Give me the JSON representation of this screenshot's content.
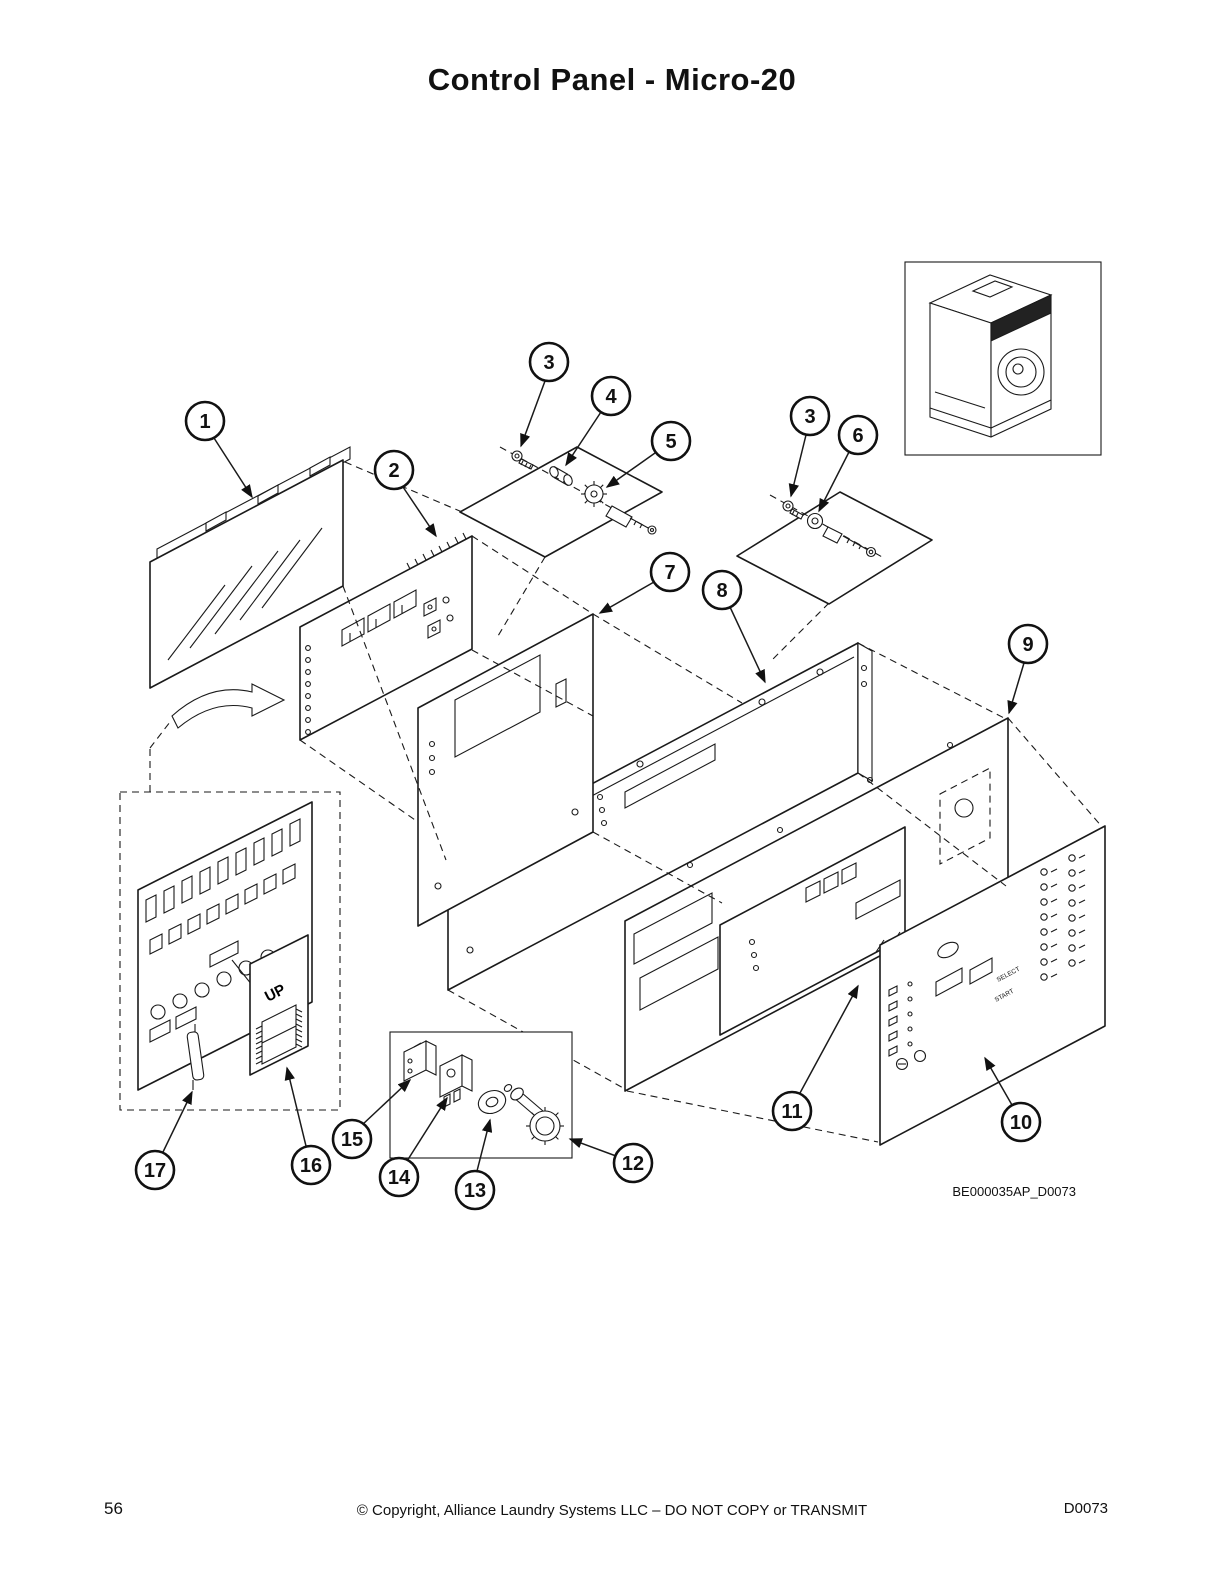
{
  "page": {
    "title": "Control Panel - Micro-20",
    "diagram_code": "BE000035AP_D0073",
    "footer": {
      "page_number": "56",
      "copyright": "© Copyright, Alliance Laundry Systems LLC – DO NOT COPY or TRANSMIT",
      "doc_code": "D0073"
    }
  },
  "diagram": {
    "labels": {
      "up_chip": "UP",
      "overlay_select": "SELECT",
      "overlay_start": "START"
    },
    "callouts": [
      {
        "label": "1"
      },
      {
        "label": "2"
      },
      {
        "label": "3"
      },
      {
        "label": "4"
      },
      {
        "label": "5"
      },
      {
        "label": "3"
      },
      {
        "label": "6"
      },
      {
        "label": "7"
      },
      {
        "label": "8"
      },
      {
        "label": "9"
      },
      {
        "label": "10"
      },
      {
        "label": "11"
      },
      {
        "label": "12"
      },
      {
        "label": "13"
      },
      {
        "label": "14"
      },
      {
        "label": "15"
      },
      {
        "label": "16"
      },
      {
        "label": "17"
      }
    ]
  }
}
